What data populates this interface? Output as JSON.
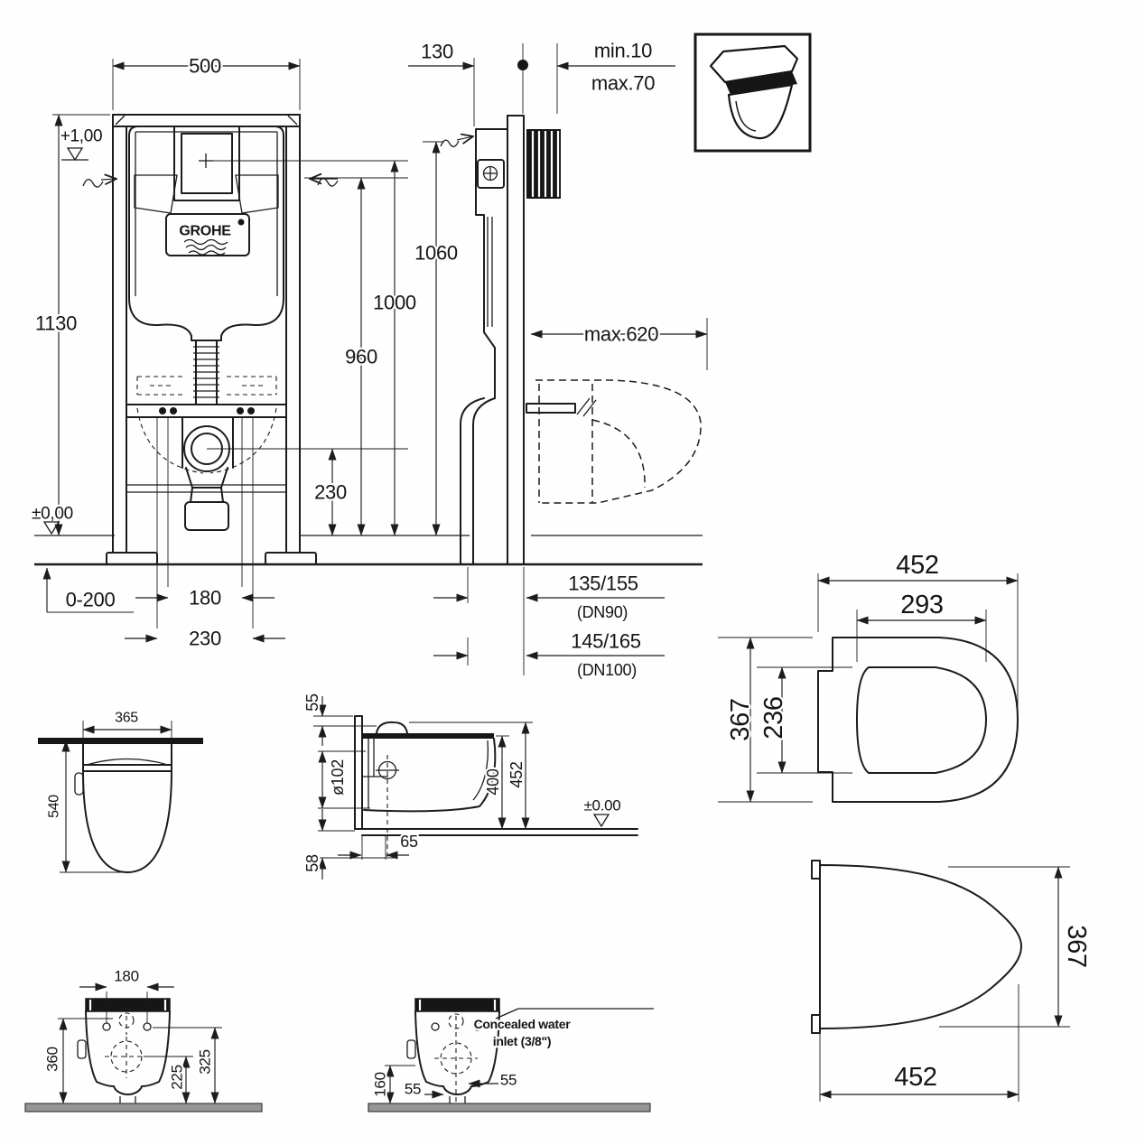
{
  "brand": "GROHE",
  "front_view": {
    "width": "500",
    "height": "1130",
    "level_top": "+1,00",
    "level_floor": "±0,00",
    "floor_range": "0-200",
    "bolt_spacing": "180",
    "fixing_spacing": "230",
    "outlet_height": "230",
    "dim_960": "960",
    "dim_1000": "1000"
  },
  "side_view": {
    "depth": "130",
    "height": "1060",
    "wall_min": "min.10",
    "wall_max": "max.70",
    "reach": "max.620",
    "drain90": "135/155",
    "drain90_dn": "(DN90)",
    "drain100": "145/165",
    "drain100_dn": "(DN100)"
  },
  "seat_top_view": {
    "width": "452",
    "inner_width": "293",
    "depth": "367",
    "inner_depth": "236"
  },
  "lid_view": {
    "depth": "367",
    "width": "452"
  },
  "pan_side_view": {
    "depth": "365",
    "height": "540"
  },
  "pan_section": {
    "top_gap": "55",
    "trap_dia": "ø102",
    "drain_offset": "65",
    "under_floor": "58",
    "rim_height": "400",
    "total_height": "452",
    "level": "±0.00"
  },
  "pan_front": {
    "bolt_spacing": "180",
    "height": "360",
    "dim_225": "225",
    "dim_325": "325"
  },
  "pan_front2": {
    "inlet_height": "160",
    "left_55": "55",
    "right_55": "55",
    "note_line1": "Concealed water",
    "note_line2": "inlet (3/8\")"
  }
}
